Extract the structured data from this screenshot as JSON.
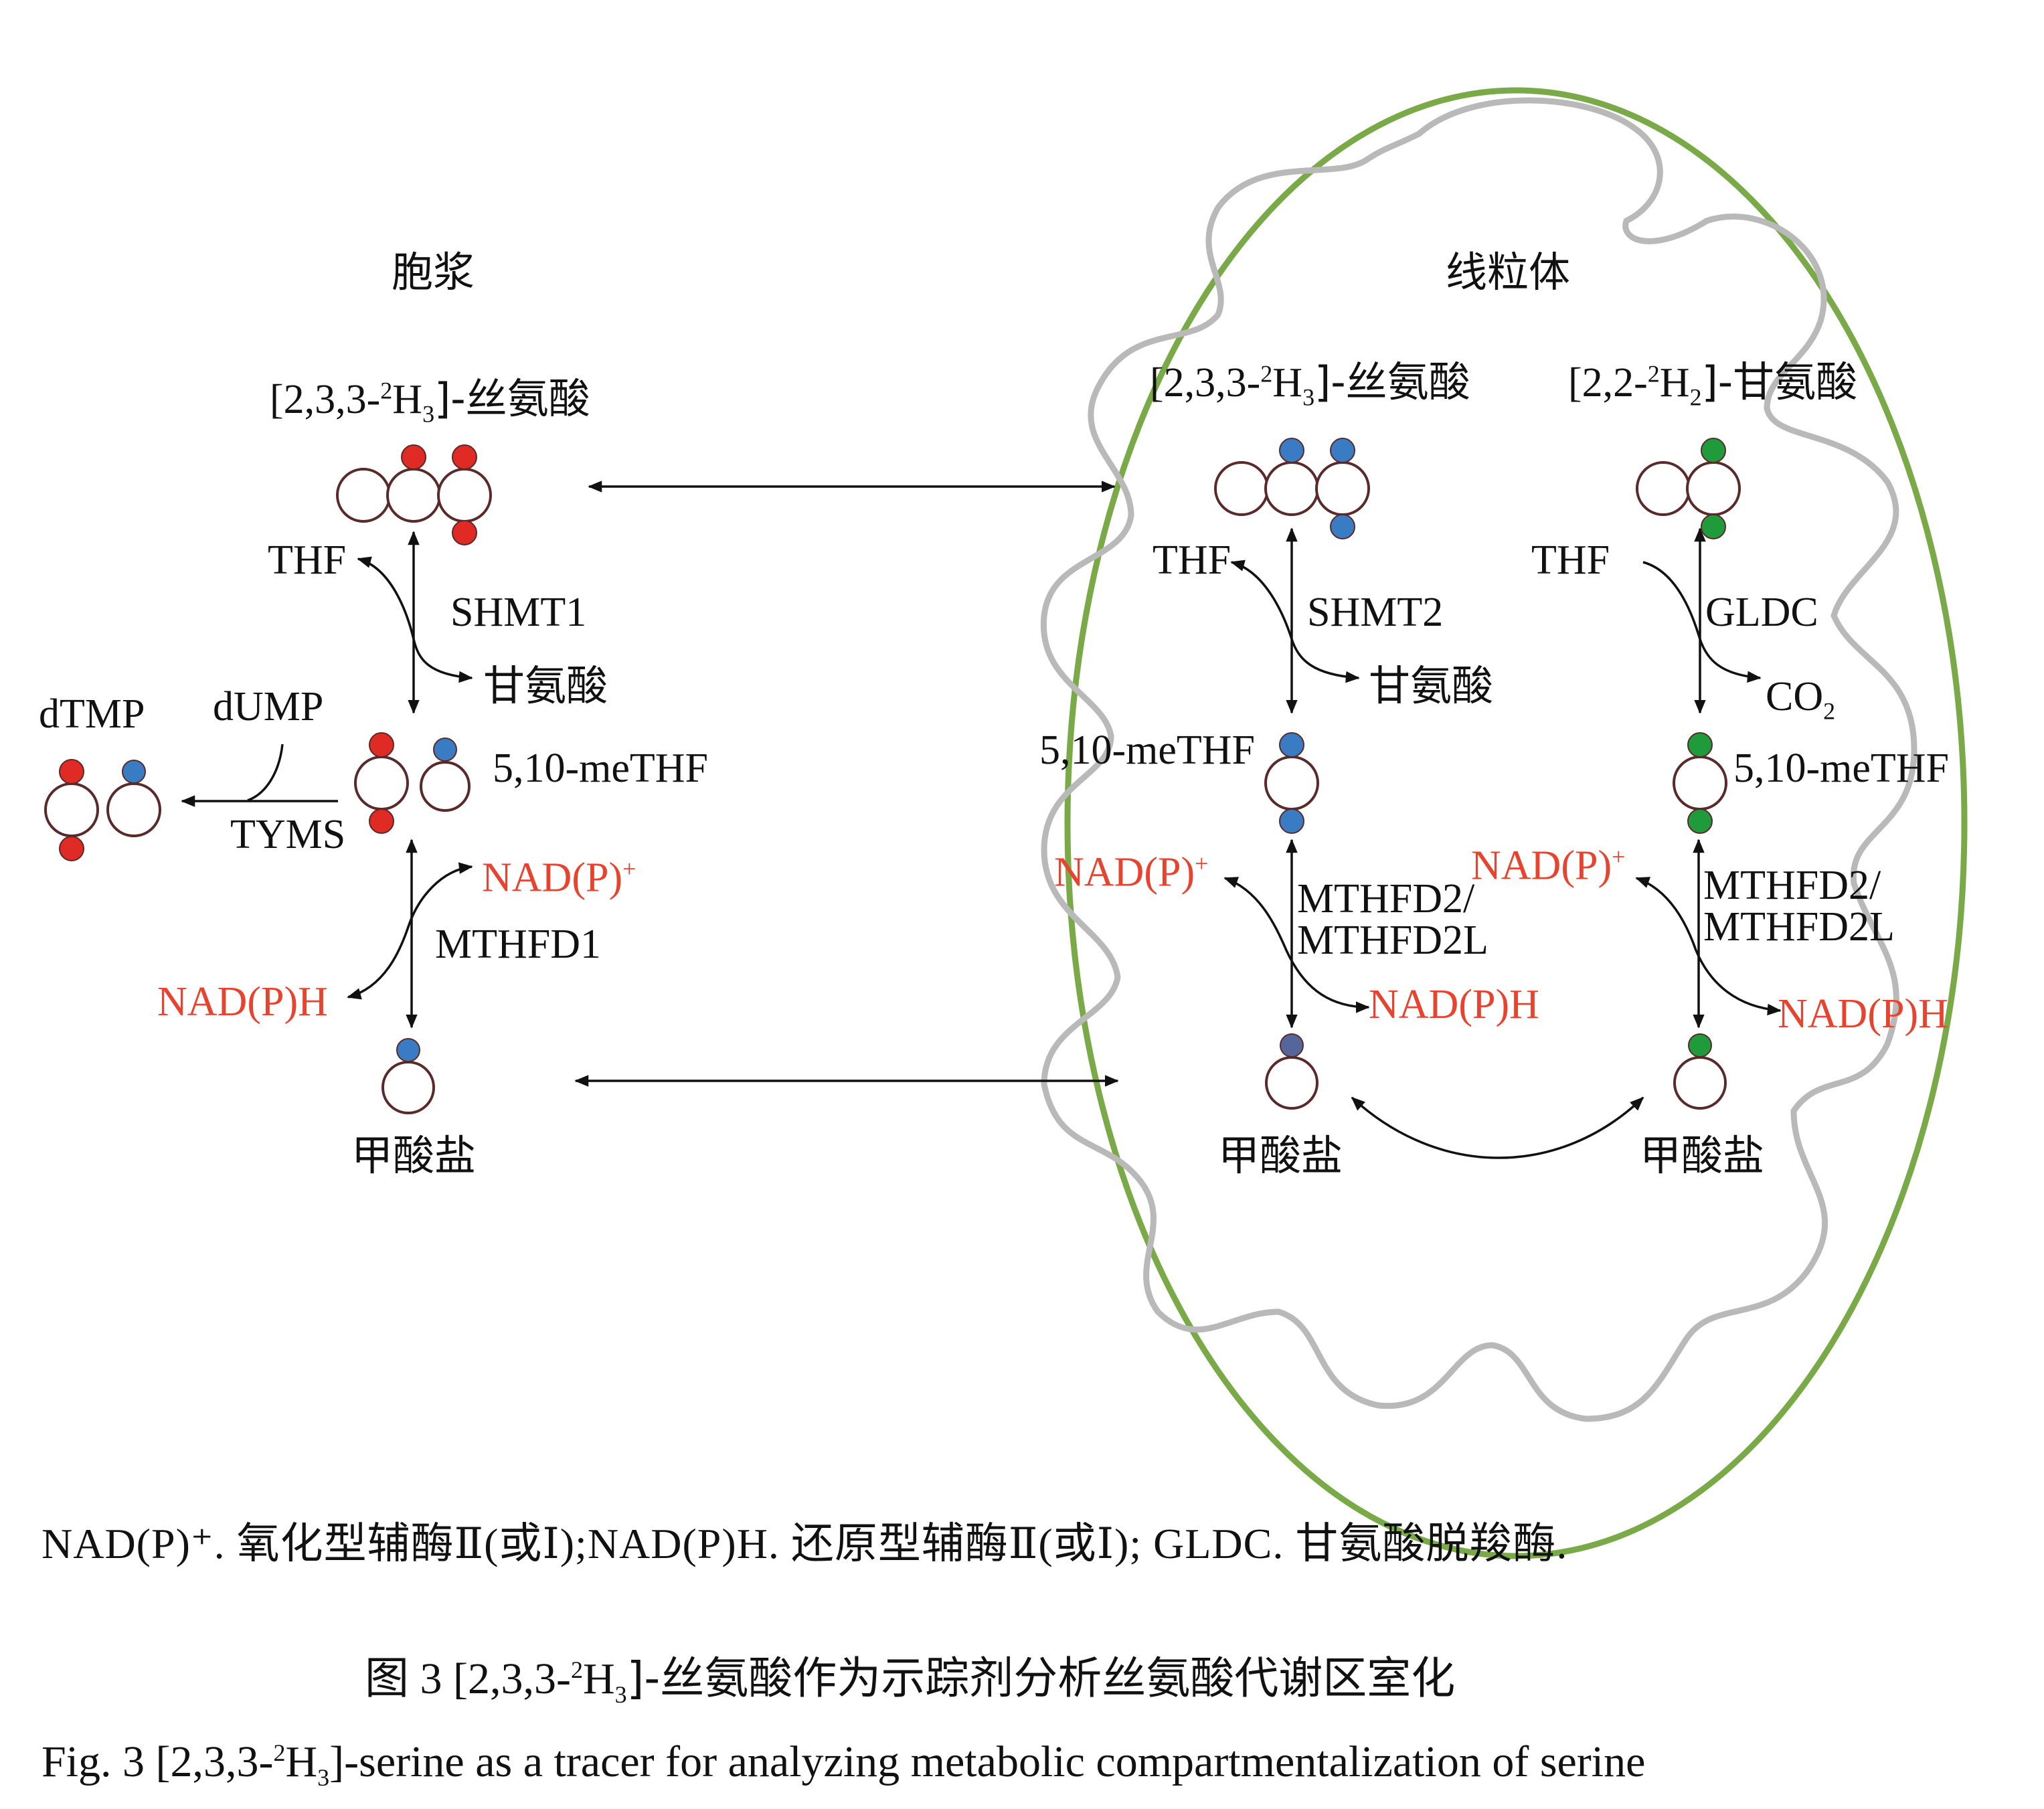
{
  "colors": {
    "label_isotope": "#e02a24",
    "mito_isotope": "#3a7cc4",
    "gly_isotope": "#1f9b3b",
    "formate_mito": "#55679a",
    "cofactor_text": "#e8432f",
    "membrane_outer": "#7aaa48",
    "membrane_inner": "#b9b9b9"
  },
  "compartments": {
    "cytoplasm": "胞浆",
    "mitochondrion": "线粒体"
  },
  "cyto": {
    "serine": {
      "pre": "[2,3,3-",
      "sup": "2",
      "mid": "H",
      "sub": "3",
      "post": "]-丝氨酸"
    },
    "thf": "THF",
    "shmt1": "SHMT1",
    "glycine": "甘氨酸",
    "methf": "5,10-meTHF",
    "dtmp": "dTMP",
    "dump": "dUMP",
    "tyms": "TYMS",
    "nadp_plus": {
      "base": "NAD(P)",
      "sup": "+"
    },
    "mthfd1": "MTHFD1",
    "nadph": "NAD(P)H",
    "formate": "甲酸盐"
  },
  "mito": {
    "serine": {
      "pre": "[2,3,3-",
      "sup": "2",
      "mid": "H",
      "sub": "3",
      "post": "]-丝氨酸"
    },
    "glycine_d2": {
      "pre": "[2,2-",
      "sup": "2",
      "mid": "H",
      "sub": "2",
      "post": "]-甘氨酸"
    },
    "thf1": "THF",
    "shmt2": "SHMT2",
    "glycine": "甘氨酸",
    "methf1": "5,10-meTHF",
    "nadp_plus1": {
      "base": "NAD(P)",
      "sup": "+"
    },
    "mthfd2_1a": "MTHFD2/",
    "mthfd2_1b": "MTHFD2L",
    "nadph1": "NAD(P)H",
    "formate1": "甲酸盐",
    "thf2": "THF",
    "gldc": "GLDC",
    "co2": {
      "base": "CO",
      "sub": "2"
    },
    "methf2": "5,10-meTHF",
    "nadp_plus2": {
      "base": "NAD(P)",
      "sup": "+"
    },
    "mthfd2_2a": "MTHFD2/",
    "mthfd2_2b": "MTHFD2L",
    "nadph2": "NAD(P)H",
    "formate2": "甲酸盐"
  },
  "legend": "NAD(P)⁺. 氧化型辅酶Ⅱ(或Ⅰ);NAD(P)H. 还原型辅酶Ⅱ(或Ⅰ); GLDC. 甘氨酸脱羧酶.",
  "caption_cn": {
    "pre": "图 3 [2,3,3-",
    "sup": "2",
    "mid": "H",
    "sub": "3",
    "post": "]-丝氨酸作为示踪剂分析丝氨酸代谢区室化"
  },
  "caption_en": {
    "pre": "Fig. 3 [2,3,3-",
    "sup": "2",
    "mid": "H",
    "sub": "3",
    "post": "]-serine as a tracer for analyzing metabolic compartmentalization of serine"
  }
}
